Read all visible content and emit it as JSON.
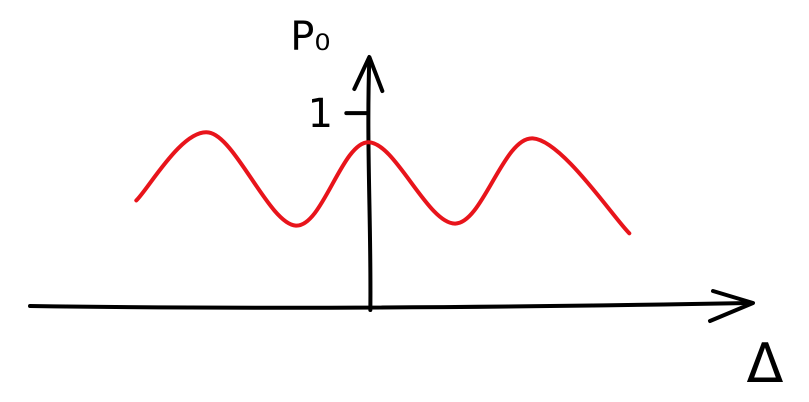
{
  "chart_data": {
    "type": "line",
    "xlabel": "Δ",
    "ylabel": "P₀",
    "y_tick_labels": [
      "1"
    ],
    "y_ticks": [
      1
    ],
    "ylim": [
      0,
      1.3
    ],
    "xlim": [
      -3.5,
      4.0
    ],
    "grid": false,
    "series": [
      {
        "color": "#e8141b",
        "x": [
          -2.4,
          -1.65,
          -0.75,
          0.0,
          0.9,
          1.7,
          2.7
        ],
        "y": [
          0.55,
          0.9,
          0.42,
          0.85,
          0.43,
          0.87,
          0.38
        ]
      }
    ]
  }
}
